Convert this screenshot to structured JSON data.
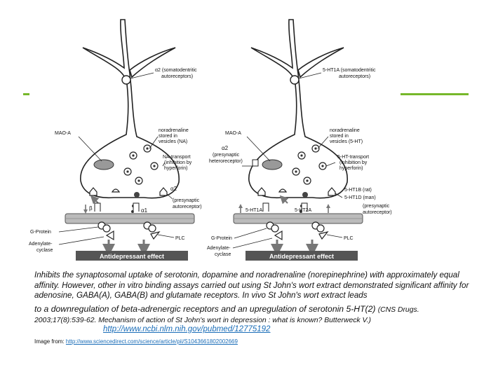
{
  "colors": {
    "accent_bar": "#76b82a",
    "ink": "#222222",
    "panel": "#555555",
    "link": "#1a6db8"
  },
  "left_panel": {
    "receptor_top": "α2 (somatodentritic autoreceptors)",
    "receptor_top_l1": "α2 (somatodentritic",
    "receptor_top_l2": "autoreceptors)",
    "mao": "MAO-A",
    "stored_l1": "noradrenaline",
    "stored_l2": "stored in",
    "stored_l3": "vesicles (NA)",
    "transport_l1": "NA-transport",
    "transport_l2": "(inhibition by",
    "transport_l3": "hyperforin)",
    "pre_l1": "α2",
    "pre_l2": "(presynaptic",
    "pre_l3": "autoreceptor)",
    "beta": "β",
    "alpha1": "α1",
    "gprotein": "G-Protein",
    "adenylate_l1": "Adenylate-",
    "adenylate_l2": "cyclase",
    "plc": "PLC",
    "effect": "Antidepressant effect"
  },
  "right_panel": {
    "receptor_top_l1": "5-HT1A (somatodentritic",
    "receptor_top_l2": "autoreceptors)",
    "mao": "MAO-A",
    "hetero_l1": "α2",
    "hetero_l2": "(presynaptic",
    "hetero_l3": "heteroreceptor)",
    "stored_l1": "noradrenaline",
    "stored_l2": "stored in",
    "stored_l3": "vesicles (5-HT)",
    "transport_l1": "5-HT-transport",
    "transport_l2": "(inhibition by",
    "transport_l3": "hyperforin)",
    "ht1b": "5-HT1B (rat)",
    "ht1d": "5-HT1D (man)",
    "pre_l1": "(presynaptic",
    "pre_l2": "autoreceptor)",
    "ht1a": "5-HT1A",
    "ht2a": "5-HT2A",
    "gprotein": "G-Protein",
    "adenylate_l1": "Adenylate-",
    "adenylate_l2": "cyclase",
    "plc": "PLC",
    "effect": "Antidepressant effect"
  },
  "text": {
    "p1": "Inhibits the synaptosomal uptake of serotonin, dopamine and noradrenaline (norepinephrine) with approximately equal affinity. However, other in vitro binding assays carried out using St John's wort extract demonstrated significant affinity for adenosine, GABA(A), GABA(B) and glutamate receptors. In vivo St John's wort extract leads",
    "p2": "to a downregulation of beta-adrenergic receptors and an upregulation of serotonin 5-HT(2)",
    "cite": "(CNS Drugs. 2003;17(8):539-62. Mechanism of action of St John's wort in depression : what is known? Butterweck V.)",
    "pubmed_link": "http://www.ncbi.nlm.nih.gov/pubmed/12775192",
    "image_from_label": "Image from:",
    "image_from_link": "http://www.sciencedirect.com/science/article/pii/S1043661802002669"
  }
}
